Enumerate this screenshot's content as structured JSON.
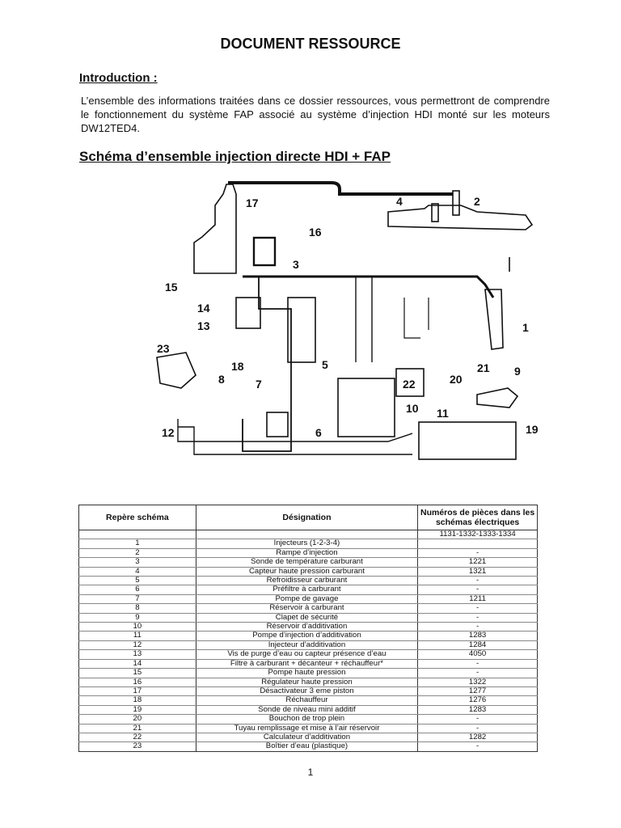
{
  "title": "DOCUMENT RESSOURCE",
  "intro_heading": "Introduction :",
  "intro_text": "L’ensemble des informations traitées dans ce dossier ressources, vous permettront de comprendre le fonctionnement du système FAP associé au système d’injection HDI monté sur les moteurs DW12TED4.",
  "schema_heading": "Schéma d’ensemble injection directe HDI + FAP",
  "diagram_labels": [
    "1",
    "2",
    "3",
    "4",
    "5",
    "6",
    "7",
    "8",
    "9",
    "10",
    "11",
    "12",
    "13",
    "14",
    "15",
    "16",
    "17",
    "18",
    "19",
    "20",
    "21",
    "22",
    "23"
  ],
  "table": {
    "headers": [
      "Repère schéma",
      "Désignation",
      "Numéros de pièces dans les schémas électriques"
    ],
    "rows": [
      [
        "",
        "",
        "1131-1332-1333-1334"
      ],
      [
        "1",
        "Injecteurs (1-2-3-4)",
        ""
      ],
      [
        "2",
        "Rampe d’injection",
        "-"
      ],
      [
        "3",
        "Sonde de température carburant",
        "1221"
      ],
      [
        "4",
        "Capteur haute pression carburant",
        "1321"
      ],
      [
        "5",
        "Refroidisseur carburant",
        "-"
      ],
      [
        "6",
        "Préfiltre à carburant",
        "-"
      ],
      [
        "7",
        "Pompe de gavage",
        "1211"
      ],
      [
        "8",
        "Réservoir à carburant",
        "-"
      ],
      [
        "9",
        "Clapet de sécurité",
        "-"
      ],
      [
        "10",
        "Réservoir d’additivation",
        "-"
      ],
      [
        "11",
        "Pompe d’injection d’additivation",
        "1283"
      ],
      [
        "12",
        "Injecteur d’additivation",
        "1284"
      ],
      [
        "13",
        "Vis de purge d’eau ou capteur présence d’eau",
        "4050"
      ],
      [
        "14",
        "Filtre à carburant + décanteur + réchauffeur*",
        "-"
      ],
      [
        "15",
        "Pompe haute pression",
        "-"
      ],
      [
        "16",
        "Régulateur haute pression",
        "1322"
      ],
      [
        "17",
        "Désactivateur 3 eme piston",
        "1277"
      ],
      [
        "18",
        "Réchauffeur",
        "1276"
      ],
      [
        "19",
        "Sonde de niveau mini additif",
        "1283"
      ],
      [
        "20",
        "Bouchon de trop plein",
        "-"
      ],
      [
        "21",
        "Tuyau remplissage et mise à l’air réservoir",
        "-"
      ],
      [
        "22",
        "Calculateur d’additivation",
        "1282"
      ],
      [
        "23",
        "Boîtier d’eau (plastique)",
        "-"
      ]
    ]
  },
  "page_number": "1"
}
